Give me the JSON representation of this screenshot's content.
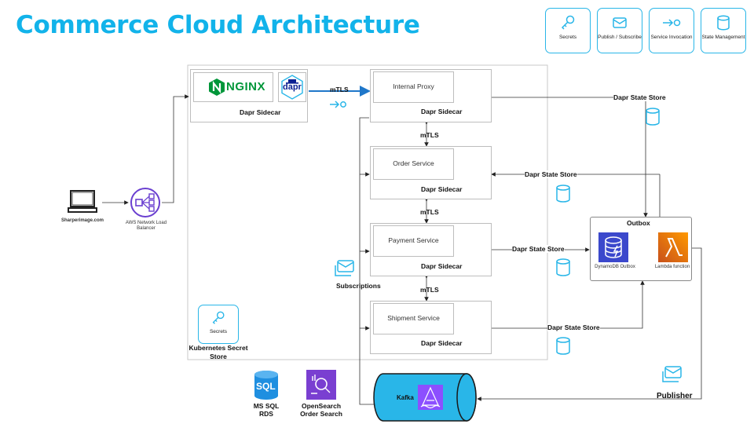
{
  "title": "Commerce Cloud Architecture",
  "legend": [
    {
      "label": "Secrets",
      "icon": "key-icon"
    },
    {
      "label": "Publish / Subscribe",
      "icon": "mail-icon"
    },
    {
      "label": "Service Invocation",
      "icon": "service-invocation-icon"
    },
    {
      "label": "State Management",
      "icon": "database-icon"
    }
  ],
  "client": {
    "label": "Sharperimage.com"
  },
  "load_balancer": {
    "label": "AWS Network Load Balancer"
  },
  "nginx": {
    "logo_text": "NGINX"
  },
  "dapr_logo_text": "dapr",
  "sidecar_label": "Dapr Sidecar",
  "services": [
    {
      "name": "Internal Proxy"
    },
    {
      "name": "Order Service"
    },
    {
      "name": "Payment Service"
    },
    {
      "name": "Shipment Service"
    }
  ],
  "mtls_label": "mTLS",
  "state_store_label": "Dapr State Store",
  "outbox": {
    "title": "Outbox",
    "dynamo_label": "DynamoDB Outbox",
    "lambda_label": "Lambda function"
  },
  "subscriptions_label": "Subscriptions",
  "publisher_label": "Publisher",
  "kafka_label": "Kafka",
  "k8s_secret": {
    "card_label": "Secrets",
    "caption": "Kubernetes Secret Store"
  },
  "mssql": {
    "logo_text": "SQL",
    "caption": "MS SQL RDS"
  },
  "opensearch": {
    "caption": "OpenSearch Order Search"
  },
  "colors": {
    "accent": "#12b3ea",
    "arrow_blue": "#1f77c9",
    "dapr_blue": "#0d2192",
    "nginx_green": "#009639",
    "lambda_orange": "#f58a1f",
    "dynamo_blue": "#3b48cc",
    "opensearch_purple": "#7a3fd1"
  }
}
